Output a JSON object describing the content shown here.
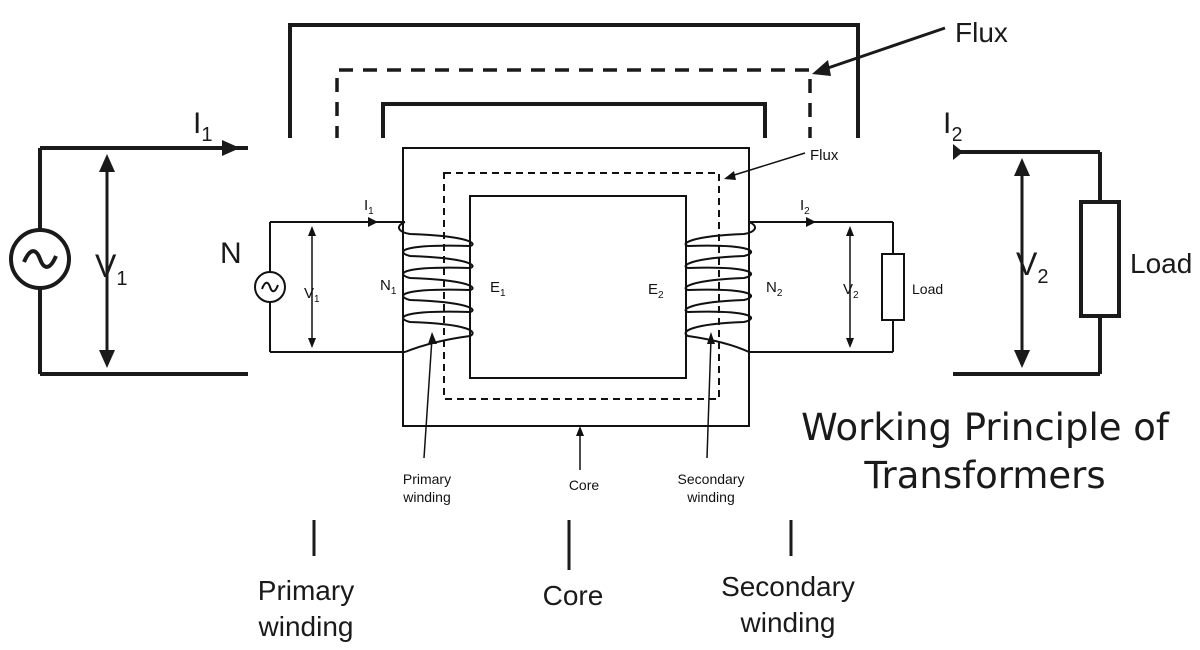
{
  "background": {
    "flux_label": "Flux",
    "i1": "I",
    "i1_sub": "1",
    "i2": "I",
    "i2_sub": "2",
    "v1": "V",
    "v1_sub": "1",
    "v2": "V",
    "v2_sub": "2",
    "n_partial": "N",
    "load": "Load",
    "primary_winding": [
      "Primary",
      "winding"
    ],
    "core": "Core",
    "secondary_winding": [
      "Secondary",
      "winding"
    ],
    "source_symbol": "~"
  },
  "foreground": {
    "flux_label": "Flux",
    "i1": "I",
    "i1_sub": "1",
    "i2": "I",
    "i2_sub": "2",
    "v1": "V",
    "v1_sub": "1",
    "v2": "V",
    "v2_sub": "2",
    "n1": "N",
    "n1_sub": "1",
    "n2": "N",
    "n2_sub": "2",
    "e1": "E",
    "e1_sub": "1",
    "e2": "E",
    "e2_sub": "2",
    "load": "Load",
    "primary_winding": [
      "Primary",
      "winding"
    ],
    "core": "Core",
    "secondary_winding": [
      "Secondary",
      "winding"
    ],
    "source_symbol": "~"
  },
  "caption": [
    "Working Principle of",
    "Transformers"
  ]
}
